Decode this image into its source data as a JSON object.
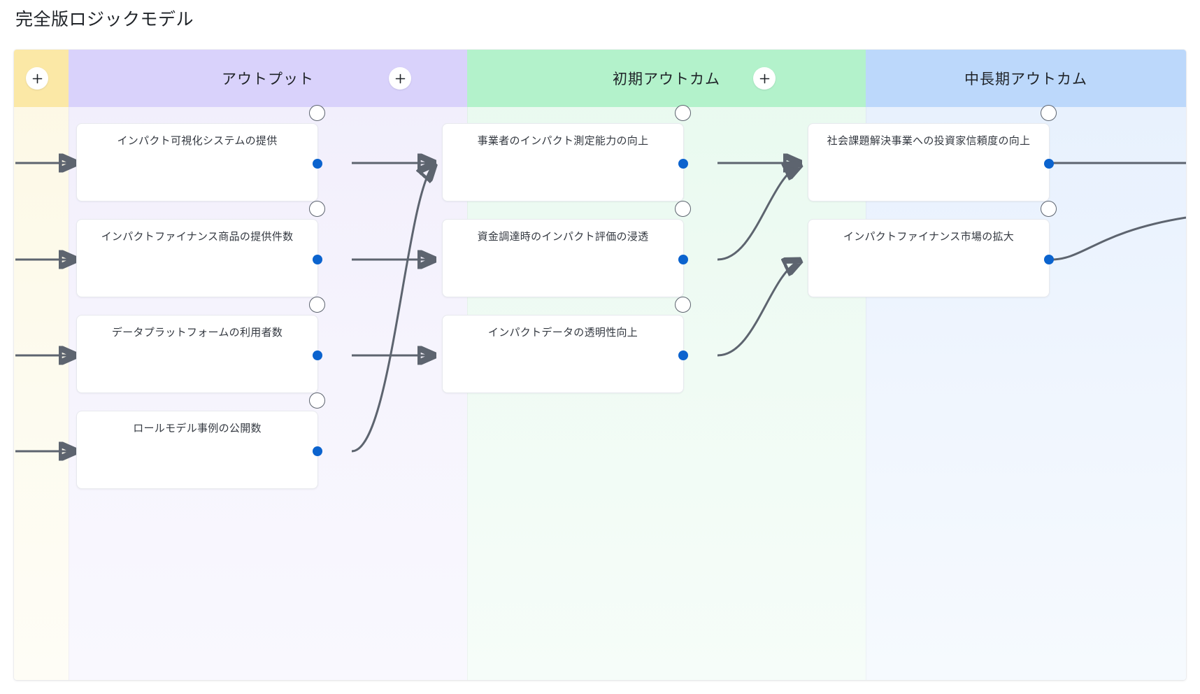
{
  "page": {
    "title": "完全版ロジックモデル"
  },
  "columns": [
    {
      "id": "col-inputs",
      "title": "",
      "color": "#fbe8a6",
      "add_label": "+"
    },
    {
      "id": "col-output",
      "title": "アウトプット",
      "color": "#d9d2fb",
      "add_label": "+"
    },
    {
      "id": "col-initial",
      "title": "初期アウトカム",
      "color": "#b3f2cb",
      "add_label": "+"
    },
    {
      "id": "col-longterm",
      "title": "中長期アウトカム",
      "color": "#bcd8fb",
      "add_label": "+"
    }
  ],
  "nodes": {
    "output": [
      {
        "label": "インパクト可視化システムの提供"
      },
      {
        "label": "インパクトファイナンス商品の提供件数"
      },
      {
        "label": "データプラットフォームの利用者数"
      },
      {
        "label": "ロールモデル事例の公開数"
      }
    ],
    "initial_outcome": [
      {
        "label": "事業者のインパクト測定能力の向上"
      },
      {
        "label": "資金調達時のインパクト評価の浸透"
      },
      {
        "label": "インパクトデータの透明性向上"
      }
    ],
    "longterm_outcome": [
      {
        "label": "社会課題解決事業への投資家信頼度の向上"
      },
      {
        "label": "インパクトファイナンス市場の拡大"
      }
    ]
  },
  "theme": {
    "source_handle_color": "#0b63ce",
    "target_handle_border": "#5c636e",
    "edge_color": "#5d646f",
    "node_border": "#e7e9ee",
    "node_bg": "#ffffff"
  },
  "icons": {
    "add": "plus-icon"
  }
}
